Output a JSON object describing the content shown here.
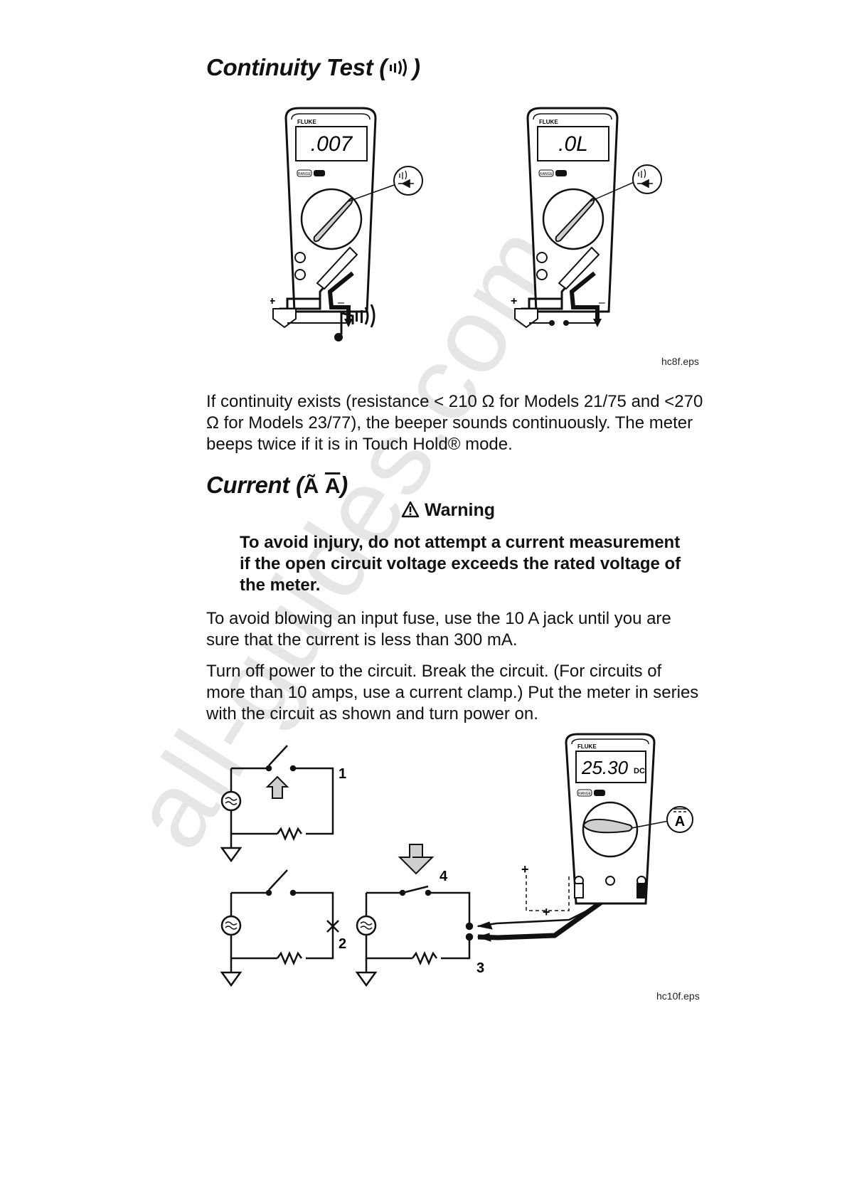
{
  "watermark": "all-guides.com",
  "continuity": {
    "heading": "Continuity Test (",
    "heading_close": ")",
    "figure": {
      "left_meter": {
        "brand": "FLUKE",
        "display": ".007",
        "range": "RANGE"
      },
      "right_meter": {
        "brand": "FLUKE",
        "display": ".0L",
        "range": "RANGE"
      },
      "plus": "+",
      "minus": "–",
      "caption": "hc8f.eps"
    },
    "paragraph": "If continuity exists (resistance < 210 Ω for Models 21/75 and <270 Ω for Models 23/77), the beeper sounds continuously. The meter beeps twice if it is in Touch Hold® mode."
  },
  "current": {
    "heading": "Current (",
    "heading_sym1": "Ã",
    "heading_sym2": "A",
    "heading_close": ")",
    "warning_title": "Warning",
    "warning_body": "To avoid injury, do not attempt a current measurement if the open circuit voltage exceeds the rated voltage of the meter.",
    "para1": "To avoid blowing an input fuse, use the 10 A jack until you are sure that the current is less than 300 mA.",
    "para2": "Turn off power to the circuit. Break the circuit. (For circuits of more than 10 amps, use a current clamp.) Put the meter in series with the circuit as shown and turn power on.",
    "figure": {
      "meter": {
        "brand": "FLUKE",
        "display": "25.30",
        "unit": "DC",
        "range": "RANGE"
      },
      "dial_symbol": "A",
      "step1": "1",
      "step2": "2",
      "step3": "3",
      "step4": "4",
      "plus": "+",
      "caption": "hc10f.eps"
    }
  }
}
